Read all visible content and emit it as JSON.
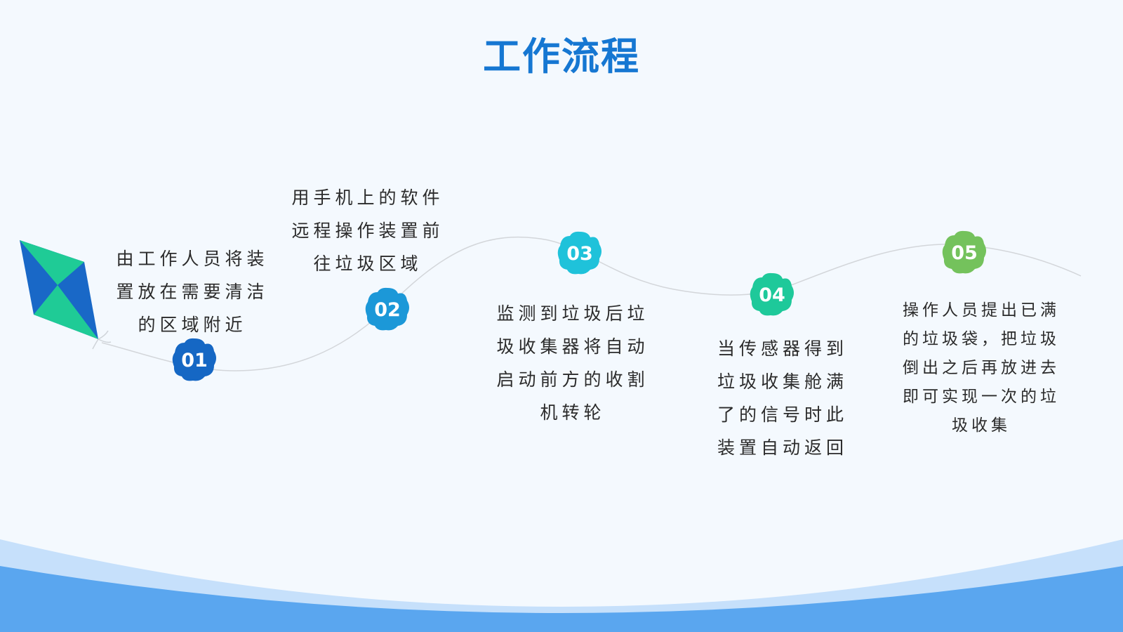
{
  "page": {
    "title": "工作流程"
  },
  "colors": {
    "title": "#1677d2",
    "badge_01": "#1567c4",
    "badge_02": "#1c98d8",
    "badge_03": "#1fc2da",
    "badge_04": "#1ec99a",
    "badge_05": "#74c25c",
    "kite_blue": "#1968c7",
    "kite_green": "#1fcb96",
    "wave_dark": "#5aa6ef",
    "wave_light": "#c6e0fb"
  },
  "icons": {
    "kite": "kite-icon"
  },
  "steps": [
    {
      "number": "01",
      "text": "由工作人员将装置放在需要清洁的区域附近"
    },
    {
      "number": "02",
      "text": "用手机上的软件远程操作装置前往垃圾区域"
    },
    {
      "number": "03",
      "text": "监测到垃圾后垃圾收集器将自动启动前方的收割机转轮"
    },
    {
      "number": "04",
      "text": "当传感器得到垃圾收集舱满了的信号时此装置自动返回"
    },
    {
      "number": "05",
      "text": "操作人员提出已满的垃圾袋，把垃圾倒出之后再放进去即可实现一次的垃圾收集"
    }
  ]
}
